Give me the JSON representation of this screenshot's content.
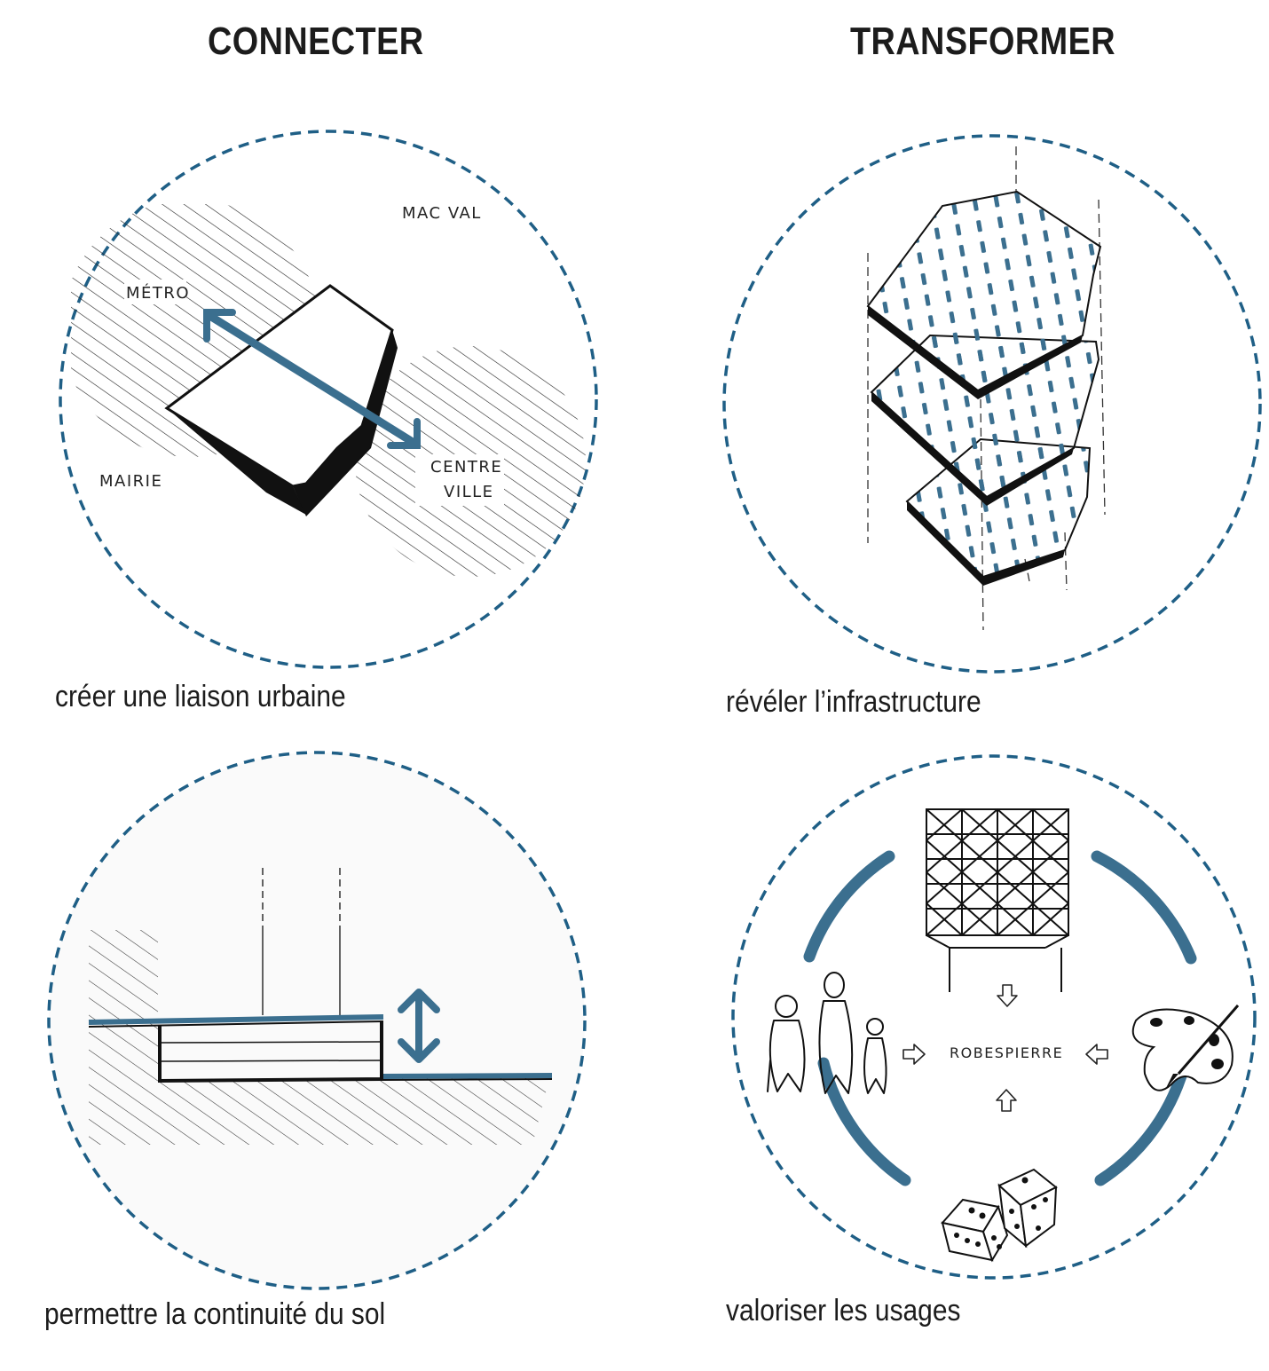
{
  "headings": {
    "left": "CONNECTER",
    "right": "TRANSFORMER"
  },
  "panels": {
    "top_left": {
      "caption": "créer une liaison urbaine",
      "labels": {
        "metro": "MÉTRO",
        "mac_val": "MAC VAL",
        "mairie": "MAIRIE",
        "centre": "CENTRE",
        "ville": "VILLE"
      }
    },
    "top_right": {
      "caption": "révéler l’infrastructure"
    },
    "bottom_left": {
      "caption": "permettre la continuité du sol"
    },
    "bottom_right": {
      "caption": "valoriser les usages",
      "labels": {
        "center": "ROBESPIERRE"
      }
    }
  },
  "colors": {
    "accent_blue": "#3b6f8f",
    "dashed_circle": "#1f5f86",
    "ink": "#1a1a1a"
  }
}
